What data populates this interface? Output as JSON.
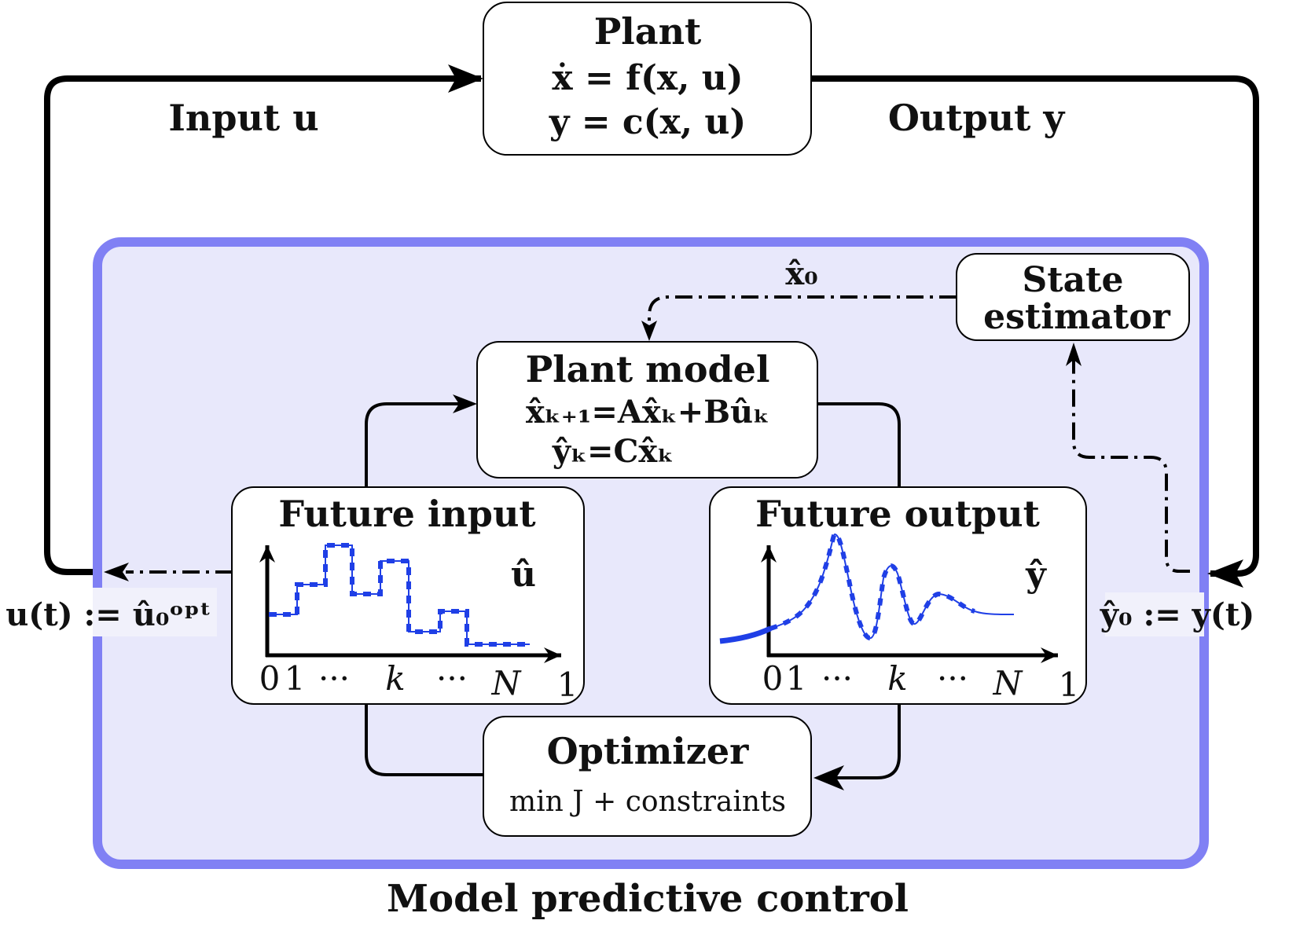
{
  "plant": {
    "title": "Plant",
    "eq1": "ẋ = f(x, u)",
    "eq2": "y = c(x, u)"
  },
  "input_label": "Input u",
  "output_label": "Output y",
  "mpc_label": "Model predictive control",
  "state_estimator": {
    "line1": "State",
    "line2": "estimator"
  },
  "x0_label": "x̂₀",
  "plant_model": {
    "title": "Plant model",
    "eq1": "x̂ₖ₊₁=Ax̂ₖ+Bûₖ",
    "eq2": "ŷₖ=Cx̂ₖ"
  },
  "future_input": {
    "title": "Future input",
    "symbol": "û",
    "ticks": {
      "zero": "0",
      "one": "1",
      "dots1": "···",
      "k": "k",
      "dots2": "···",
      "N": "N",
      "end": "1"
    }
  },
  "future_output": {
    "title": "Future output",
    "symbol": "ŷ",
    "ticks": {
      "zero": "0",
      "one": "1",
      "dots1": "···",
      "k": "k",
      "dots2": "···",
      "N": "N",
      "end": "1"
    }
  },
  "optimizer": {
    "title": "Optimizer",
    "subtitle": "min J + constraints"
  },
  "u_assign": "u(t) := û₀ᵒᵖᵗ",
  "y_assign": "ŷ₀ := y(t)",
  "colors": {
    "mpc_fill": "#e8e8fb",
    "mpc_border": "#8080f4",
    "curve": "#1f3fe6"
  }
}
